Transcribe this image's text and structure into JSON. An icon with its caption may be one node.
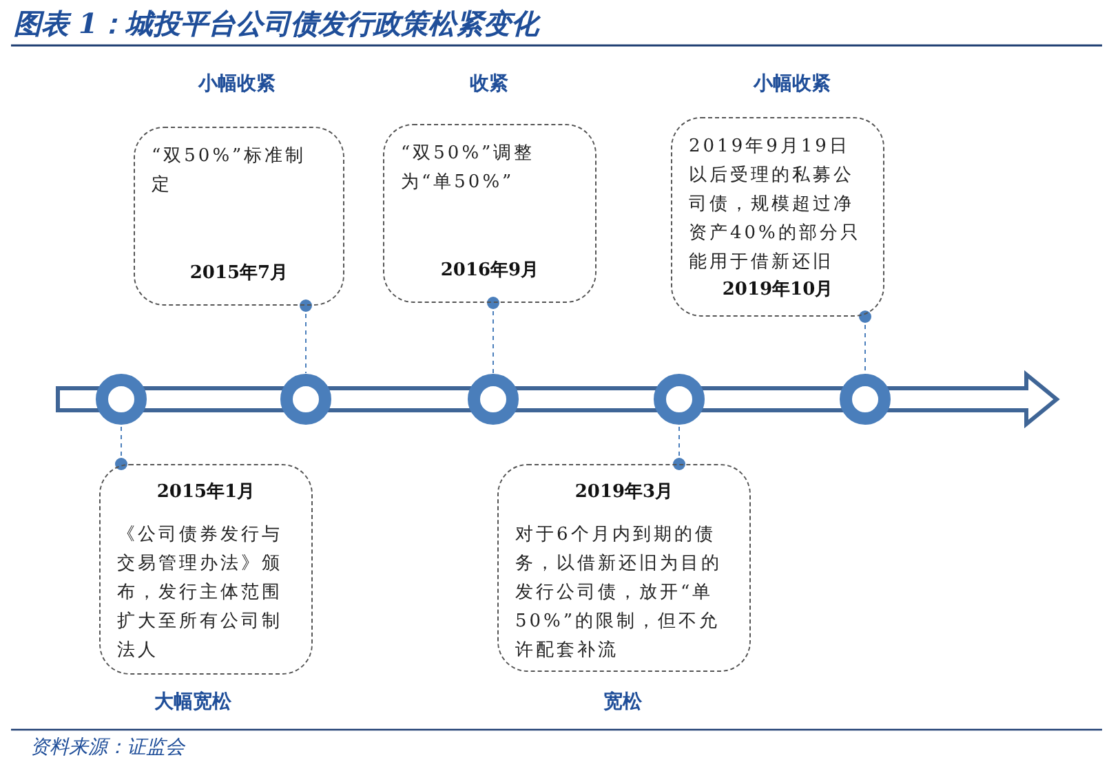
{
  "diagram": {
    "title": "图表 1：城投平台公司债发行政策松紧变化",
    "caption": "资料来源：证监会",
    "nodes": [
      {
        "text": [
          "“双50%”标准制定",
          "2015年7月"
        ],
        "beside": [
          "小幅收紧"
        ]
      },
      {
        "text": [
          "“双50%”调整为“单50%”",
          "2016年9月"
        ],
        "beside": [
          "收紧"
        ]
      },
      {
        "text": [
          "2019年9月19日以后受理的私募公司债，规模超过净资产40%的部分只能用于借新还旧",
          "2019年10月"
        ],
        "beside": [
          "小幅收紧"
        ]
      },
      {
        "text": [],
        "shape": "circle"
      },
      {
        "text": [],
        "shape": "circle"
      },
      {
        "text": [],
        "shape": "circle"
      },
      {
        "text": [],
        "shape": "circle"
      },
      {
        "text": [],
        "shape": "circle"
      },
      {
        "text": [
          "2015年1月",
          "《公司债券发行与交易管理办法》颁布，发行主体范围扩大至所有公司制法人"
        ],
        "beside": [
          "大幅宽松"
        ]
      },
      {
        "text": [
          "2019年3月",
          "对于6个月内到期的债务，以借新还旧为目的发行公司债，放开“单50%”的限制，但不允许配套补流"
        ],
        "beside": [
          "宽松"
        ]
      }
    ],
    "edges": [
      {
        "from": 8,
        "to": 3,
        "arrow": "other",
        "style": "dashed"
      },
      {
        "from": 0,
        "to": 4,
        "arrow": "other",
        "style": "dashed"
      },
      {
        "from": 1,
        "to": 5,
        "arrow": "other",
        "style": "dashed"
      },
      {
        "from": 9,
        "to": 6,
        "arrow": "other",
        "style": "dashed"
      },
      {
        "from": 2,
        "to": 7,
        "arrow": "other",
        "style": "dashed"
      }
    ]
  }
}
